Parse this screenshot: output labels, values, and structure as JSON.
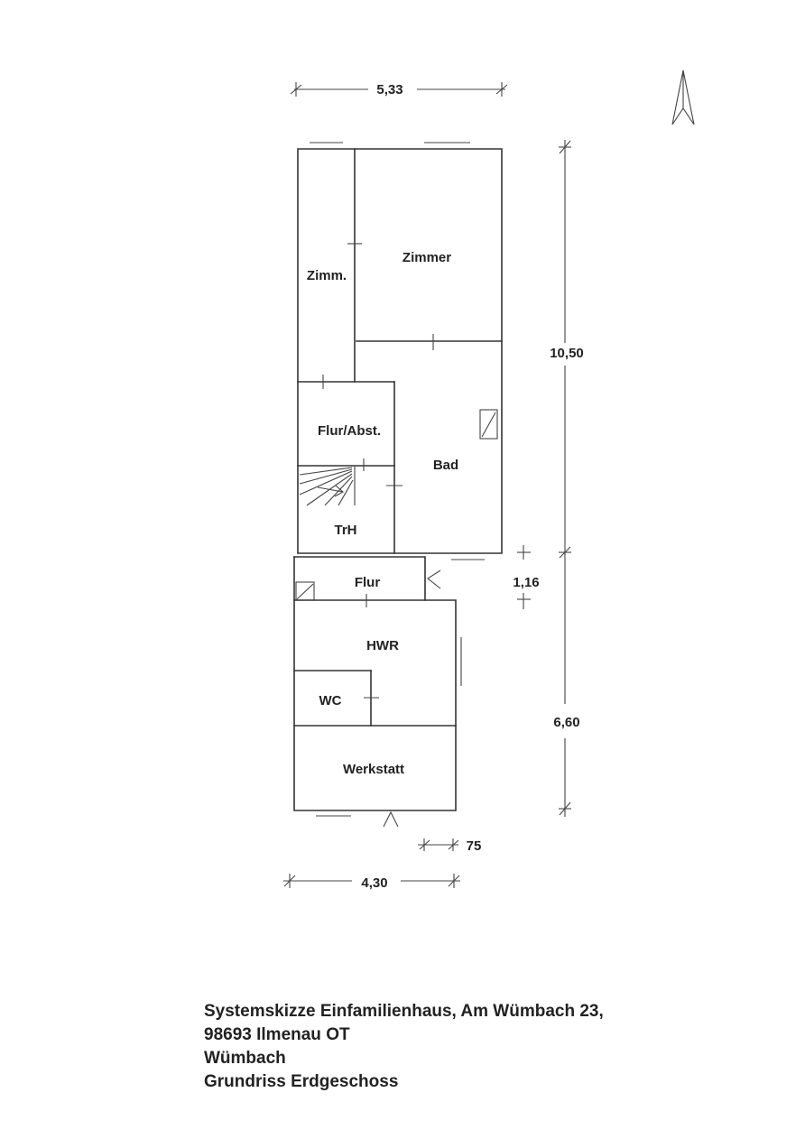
{
  "rooms": {
    "zimmer_small": "Zimm.",
    "zimmer": "Zimmer",
    "flur_abst": "Flur/Abst.",
    "bad": "Bad",
    "trh": "TrH",
    "flur": "Flur",
    "hwr": "HWR",
    "wc": "WC",
    "werkstatt": "Werkstatt"
  },
  "dimensions": {
    "top_width": "5,33",
    "upper_length": "10,50",
    "corridor": "1,16",
    "lower_length": "6,60",
    "offset": "75",
    "bottom_width": "4,30"
  },
  "caption": {
    "line1": "Systemskizze Einfamilienhaus, Am Wümbach 23,",
    "line2": "98693  Ilmenau OT",
    "line3": "Wümbach",
    "line4": "Grundriss  Erdgeschoss"
  }
}
